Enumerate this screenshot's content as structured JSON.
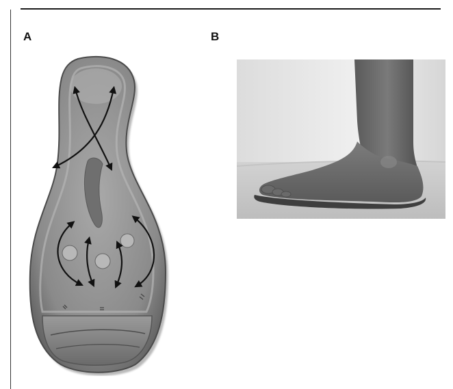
{
  "figure": {
    "panel_a_label": "A",
    "panel_b_label": "B"
  },
  "panel_a": {
    "subject": "insole-with-arrows-illustration"
  },
  "panel_b": {
    "subject": "foot-standing-on-insole-photo"
  },
  "colors": {
    "insole_mid": "#8d8d8d",
    "insole_light": "#c2c2c2",
    "insole_dark": "#555555",
    "arrow": "#111111",
    "photo_bg": "#e6e6e6",
    "skin": "#6e6e6e"
  }
}
